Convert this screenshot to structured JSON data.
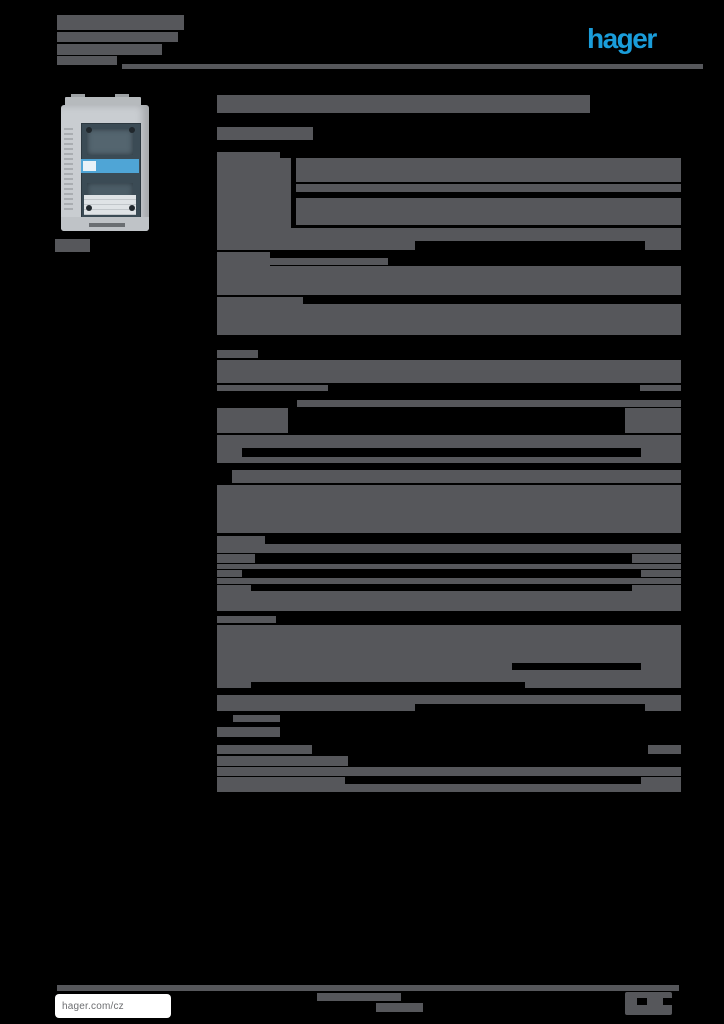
{
  "colors": {
    "background": "#000000",
    "bar": "#56575B",
    "logo_blue": "#1A9DDA",
    "site_box_bg": "#FFFFFF",
    "site_text": "#6D6E71",
    "photo_body": "#C9CDD1",
    "photo_window": "#3B4B55",
    "photo_blue_strip": "#4FA5D6"
  },
  "header": {
    "logo_text": "hager",
    "title_bars": [
      [
        57,
        15,
        127,
        15
      ],
      [
        57,
        32,
        121,
        10
      ],
      [
        57,
        44,
        105,
        11
      ],
      [
        57,
        56,
        60,
        9
      ]
    ],
    "rule_bars": [
      [
        122,
        64,
        581,
        5
      ]
    ]
  },
  "product": {
    "caption_bars": [
      [
        55,
        239,
        35,
        13
      ]
    ]
  },
  "content": {
    "bars": [
      [
        217,
        95,
        373,
        18
      ],
      [
        217,
        127,
        96,
        13
      ],
      [
        217,
        152,
        63,
        7
      ],
      [
        217,
        158,
        74,
        70
      ],
      [
        296,
        158,
        385,
        24
      ],
      [
        296,
        184,
        385,
        8
      ],
      [
        296,
        198,
        385,
        27
      ],
      [
        217,
        228,
        464,
        13
      ],
      [
        217,
        241,
        198,
        9
      ],
      [
        645,
        241,
        36,
        9
      ],
      [
        217,
        252,
        53,
        14
      ],
      [
        270,
        258,
        118,
        7
      ],
      [
        217,
        266,
        464,
        29
      ],
      [
        217,
        297,
        86,
        7
      ],
      [
        217,
        304,
        464,
        31
      ],
      [
        217,
        350,
        41,
        8
      ],
      [
        217,
        360,
        464,
        23
      ],
      [
        217,
        385,
        111,
        6
      ],
      [
        640,
        385,
        41,
        6
      ],
      [
        297,
        400,
        384,
        7
      ],
      [
        217,
        408,
        71,
        25
      ],
      [
        625,
        408,
        56,
        25
      ],
      [
        217,
        435,
        464,
        8
      ],
      [
        217,
        443,
        464,
        5
      ],
      [
        217,
        448,
        25,
        9
      ],
      [
        641,
        448,
        40,
        9
      ],
      [
        217,
        457,
        464,
        6
      ],
      [
        232,
        470,
        449,
        13
      ],
      [
        217,
        485,
        464,
        48
      ],
      [
        217,
        536,
        48,
        8
      ],
      [
        217,
        544,
        464,
        9
      ],
      [
        217,
        554,
        38,
        9
      ],
      [
        632,
        554,
        49,
        9
      ],
      [
        217,
        564,
        464,
        5
      ],
      [
        217,
        570,
        25,
        7
      ],
      [
        641,
        570,
        40,
        7
      ],
      [
        217,
        578,
        464,
        6
      ],
      [
        217,
        585,
        34,
        6
      ],
      [
        632,
        585,
        49,
        6
      ],
      [
        217,
        591,
        464,
        20
      ],
      [
        217,
        616,
        59,
        7
      ],
      [
        217,
        625,
        464,
        38
      ],
      [
        217,
        663,
        295,
        7
      ],
      [
        641,
        663,
        40,
        7
      ],
      [
        217,
        670,
        464,
        12
      ],
      [
        217,
        682,
        34,
        6
      ],
      [
        525,
        682,
        156,
        6
      ],
      [
        217,
        695,
        464,
        9
      ],
      [
        217,
        704,
        198,
        7
      ],
      [
        645,
        704,
        36,
        7
      ],
      [
        233,
        715,
        47,
        7
      ],
      [
        217,
        727,
        63,
        10
      ],
      [
        217,
        745,
        95,
        9
      ],
      [
        648,
        745,
        33,
        9
      ],
      [
        217,
        756,
        131,
        10
      ],
      [
        217,
        767,
        464,
        9
      ],
      [
        217,
        777,
        128,
        7
      ],
      [
        641,
        777,
        40,
        7
      ],
      [
        217,
        784,
        464,
        8
      ]
    ]
  },
  "footer": {
    "website": "hager.com/cz",
    "rule_bars": [
      [
        57,
        985,
        622,
        6
      ]
    ],
    "center_bars": [
      [
        317,
        993,
        84,
        8
      ],
      [
        376,
        1003,
        47,
        9
      ]
    ],
    "page_notch_bars": [
      [
        637,
        998,
        10,
        7
      ],
      [
        663,
        998,
        9,
        7
      ]
    ]
  }
}
